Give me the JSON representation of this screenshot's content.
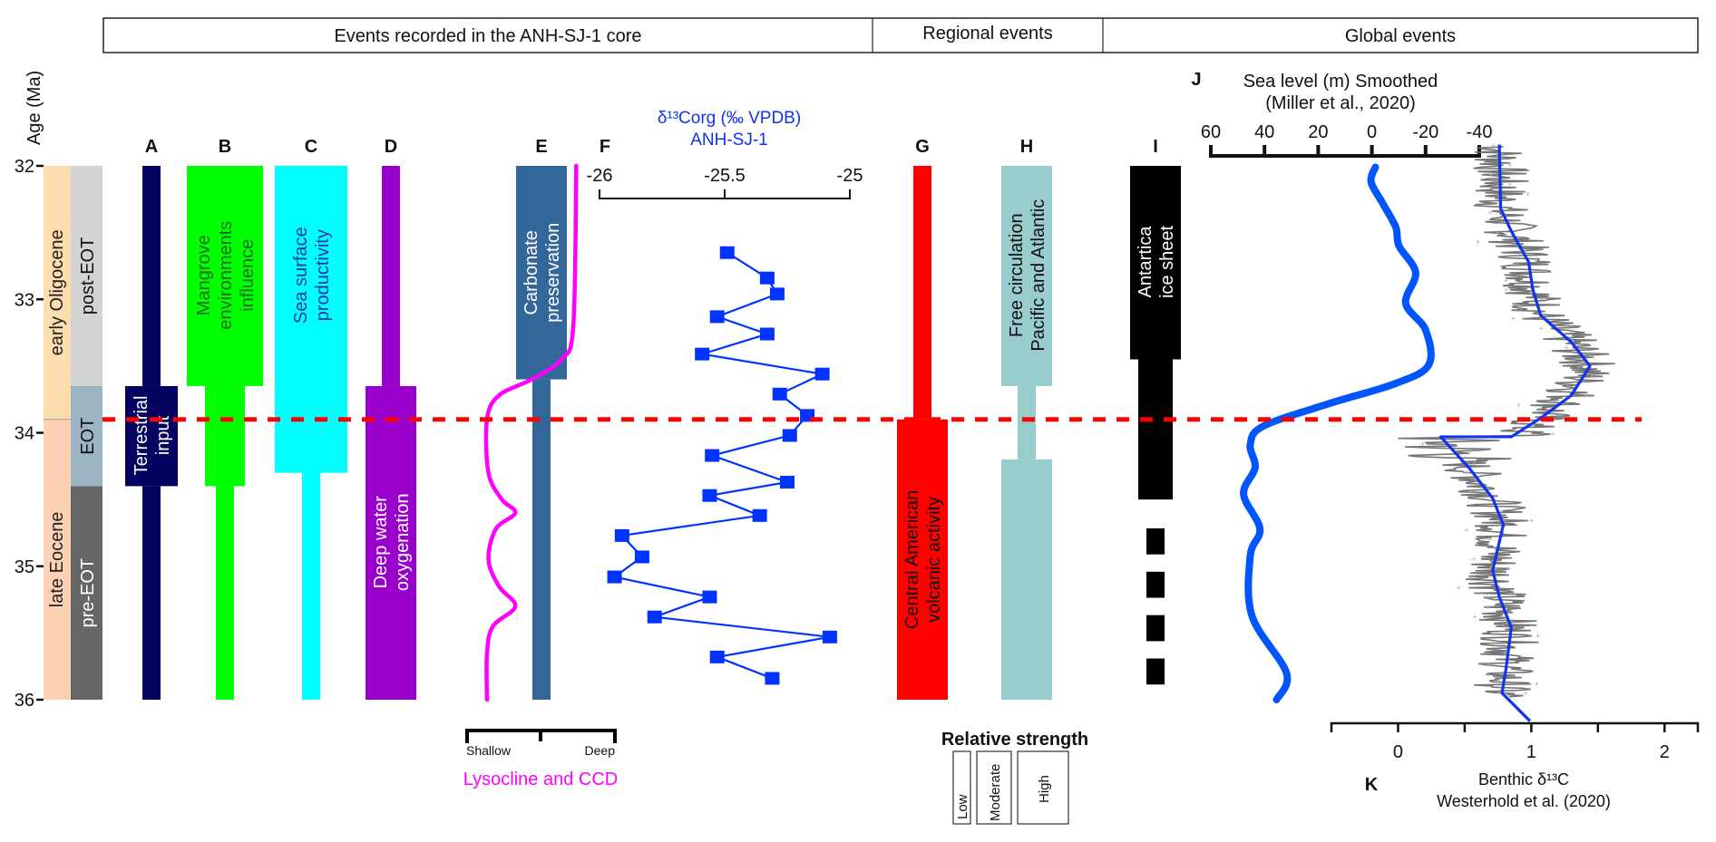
{
  "header": {
    "core": "Events recorded in the ANH-SJ-1 core",
    "regional": "Regional events",
    "global": "Global events"
  },
  "age_axis": {
    "label": "Age (Ma)",
    "ticks": [
      32,
      33,
      34,
      35,
      36
    ],
    "range": [
      32,
      36
    ],
    "eot_line_age": 33.9
  },
  "epochs": [
    {
      "label": "early Oligocene",
      "from": 32,
      "to": 33.9,
      "color": "#FDDCAE"
    },
    {
      "label": "late Eocene",
      "from": 33.9,
      "to": 36,
      "color": "#FDD2B4"
    }
  ],
  "stages": [
    {
      "label": "post-EOT",
      "from": 32,
      "to": 33.65,
      "color": "#D1D3D4",
      "text_color": "#111111"
    },
    {
      "label": "EOT",
      "from": 33.65,
      "to": 34.4,
      "color": "#9BB5C4",
      "text_color": "#111111"
    },
    {
      "label": "pre-EOT",
      "from": 34.4,
      "to": 36,
      "color": "#666666",
      "text_color": "#ffffff"
    }
  ],
  "strength_legend": {
    "title": "Relative strength",
    "levels": [
      "Low",
      "Moderate",
      "High"
    ]
  },
  "columns": [
    {
      "letter": "A",
      "label_lines": [
        "Terrestrial",
        "input"
      ],
      "color": "#03035F",
      "text_color": "#ffffff",
      "segments": [
        {
          "from": 32,
          "to": 33.65,
          "strength": "Low"
        },
        {
          "from": 33.65,
          "to": 34.4,
          "strength": "High"
        },
        {
          "from": 34.4,
          "to": 36,
          "strength": "Low"
        }
      ]
    },
    {
      "letter": "B",
      "label_lines": [
        "Mangrove",
        "environments",
        "influence"
      ],
      "color": "#00FF00",
      "text_color": "#1a6b1a",
      "segments": [
        {
          "from": 32,
          "to": 33.65,
          "strength": "High"
        },
        {
          "from": 33.65,
          "to": 34.4,
          "strength": "Moderate"
        },
        {
          "from": 34.4,
          "to": 36,
          "strength": "Low"
        }
      ]
    },
    {
      "letter": "C",
      "label_lines": [
        "Sea surface",
        "productivity"
      ],
      "color": "#00FFFF",
      "text_color": "#2233aa",
      "segments": [
        {
          "from": 32,
          "to": 34.3,
          "strength": "High"
        },
        {
          "from": 34.3,
          "to": 36,
          "strength": "Low"
        }
      ]
    },
    {
      "letter": "D",
      "label_lines": [
        "Deep water",
        "oxygenation"
      ],
      "color": "#9900CC",
      "text_color": "#ffffff",
      "segments": [
        {
          "from": 32,
          "to": 33.65,
          "strength": "Low"
        },
        {
          "from": 33.65,
          "to": 36,
          "strength": "High"
        }
      ]
    },
    {
      "letter": "E",
      "label_lines": [
        "Carbonate",
        "preservation"
      ],
      "color": "#336699",
      "text_color": "#ffffff",
      "segments": [
        {
          "from": 32,
          "to": 33.6,
          "strength": "High"
        },
        {
          "from": 33.6,
          "to": 36,
          "strength": "Low"
        }
      ]
    },
    {
      "letter": "G",
      "label_lines": [
        "Central American",
        "volcanic activity"
      ],
      "color": "#FF0000",
      "text_color": "#111111",
      "segments": [
        {
          "from": 32,
          "to": 33.9,
          "strength": "Low"
        },
        {
          "from": 33.9,
          "to": 36,
          "strength": "High"
        }
      ]
    },
    {
      "letter": "H",
      "label_lines": [
        "Free circulation",
        "Pacific and Atlantic"
      ],
      "color": "#99CCCC",
      "text_color": "#111111",
      "segments": [
        {
          "from": 32,
          "to": 33.65,
          "strength": "High"
        },
        {
          "from": 33.65,
          "to": 34.2,
          "strength": "Low"
        },
        {
          "from": 34.2,
          "to": 36,
          "strength": "High"
        }
      ]
    },
    {
      "letter": "I",
      "label_lines": [
        "Antartica",
        "ice sheet"
      ],
      "color": "#000000",
      "text_color": "#ffffff",
      "segments": [
        {
          "from": 32,
          "to": 33.45,
          "strength": "High"
        },
        {
          "from": 33.45,
          "to": 34.5,
          "strength": "Moderate"
        }
      ],
      "dashed_from": 34.7,
      "dashed_to": 36,
      "dashed_strength": "Low"
    }
  ],
  "lysocline": {
    "title": "Lysocline and CCD",
    "scale_labels": [
      "Shallow",
      "Deep"
    ],
    "color": "#FF00FF",
    "note": "depth index 0 = shallow, 1 = deep",
    "points": [
      {
        "age": 32.0,
        "depth": 0.74
      },
      {
        "age": 33.2,
        "depth": 0.72
      },
      {
        "age": 33.45,
        "depth": 0.64
      },
      {
        "age": 33.6,
        "depth": 0.44
      },
      {
        "age": 33.72,
        "depth": 0.22
      },
      {
        "age": 33.9,
        "depth": 0.14
      },
      {
        "age": 34.3,
        "depth": 0.15
      },
      {
        "age": 34.5,
        "depth": 0.24
      },
      {
        "age": 34.6,
        "depth": 0.33
      },
      {
        "age": 34.72,
        "depth": 0.2
      },
      {
        "age": 34.95,
        "depth": 0.15
      },
      {
        "age": 35.15,
        "depth": 0.22
      },
      {
        "age": 35.3,
        "depth": 0.33
      },
      {
        "age": 35.45,
        "depth": 0.18
      },
      {
        "age": 35.65,
        "depth": 0.14
      },
      {
        "age": 36.0,
        "depth": 0.14
      }
    ]
  },
  "chart_data": [
    {
      "type": "line",
      "id": "F",
      "letter": "F",
      "title": "δ¹³Corg (‰ VPDB)",
      "subtitle": "ANH-SJ-1",
      "xlabel": "δ¹³Corg (‰ VPDB)",
      "ylabel": "Age (Ma)",
      "xlim": [
        -26,
        -25
      ],
      "xticks": [
        "-26",
        "-25.5",
        "-25"
      ],
      "ylim": [
        32,
        36
      ],
      "color": "#0033FF",
      "marker": "square",
      "points": [
        {
          "age": 32.65,
          "value": -25.49
        },
        {
          "age": 32.84,
          "value": -25.33
        },
        {
          "age": 32.96,
          "value": -25.29
        },
        {
          "age": 33.13,
          "value": -25.53
        },
        {
          "age": 33.26,
          "value": -25.33
        },
        {
          "age": 33.41,
          "value": -25.59
        },
        {
          "age": 33.56,
          "value": -25.11
        },
        {
          "age": 33.71,
          "value": -25.28
        },
        {
          "age": 33.87,
          "value": -25.17
        },
        {
          "age": 34.02,
          "value": -25.24
        },
        {
          "age": 34.17,
          "value": -25.55
        },
        {
          "age": 34.37,
          "value": -25.25
        },
        {
          "age": 34.47,
          "value": -25.56
        },
        {
          "age": 34.62,
          "value": -25.36
        },
        {
          "age": 34.77,
          "value": -25.91
        },
        {
          "age": 34.93,
          "value": -25.83
        },
        {
          "age": 35.08,
          "value": -25.94
        },
        {
          "age": 35.23,
          "value": -25.56
        },
        {
          "age": 35.38,
          "value": -25.78
        },
        {
          "age": 35.53,
          "value": -25.08
        },
        {
          "age": 35.68,
          "value": -25.53
        },
        {
          "age": 35.84,
          "value": -25.31
        }
      ]
    },
    {
      "type": "line",
      "id": "J",
      "letter": "J",
      "title": "Sea level (m) Smoothed",
      "subtitle": "(Miller et al., 2020)",
      "xlabel": "Sea level (m)",
      "xlim": [
        60,
        -40
      ],
      "xticks": [
        "60",
        "40",
        "20",
        "0",
        "-20",
        "-40"
      ],
      "ylim": [
        32,
        36
      ],
      "color": "#0055FF",
      "points": [
        {
          "age": 32.01,
          "value": -1.3
        },
        {
          "age": 32.12,
          "value": 0.3
        },
        {
          "age": 32.28,
          "value": -4.0
        },
        {
          "age": 32.46,
          "value": -8.9
        },
        {
          "age": 32.6,
          "value": -10.1
        },
        {
          "age": 32.8,
          "value": -16.3
        },
        {
          "age": 33.03,
          "value": -12.6
        },
        {
          "age": 33.23,
          "value": -20.0
        },
        {
          "age": 33.49,
          "value": -21.2
        },
        {
          "age": 33.63,
          "value": -8.9
        },
        {
          "age": 33.78,
          "value": 15.7
        },
        {
          "age": 33.95,
          "value": 40.4
        },
        {
          "age": 34.09,
          "value": 45.3
        },
        {
          "age": 34.26,
          "value": 43.5
        },
        {
          "age": 34.46,
          "value": 47.8
        },
        {
          "age": 34.72,
          "value": 41.7
        },
        {
          "age": 34.92,
          "value": 45.3
        },
        {
          "age": 35.37,
          "value": 44.7
        },
        {
          "age": 35.8,
          "value": 31.8
        },
        {
          "age": 36.0,
          "value": 35.5
        }
      ]
    },
    {
      "type": "line",
      "id": "K",
      "letter": "K",
      "title": "Benthic δ¹³C",
      "subtitle": "Westerhold et al. (2020)",
      "xlabel": "Benthic δ¹³C",
      "xlim": [
        -0.5,
        2.25
      ],
      "xticks": [
        "0",
        "1",
        "2"
      ],
      "ylim": [
        32,
        36
      ],
      "series": [
        {
          "name": "smoothed",
          "color": "#1133EE",
          "points": [
            {
              "age": 31.84,
              "value": 0.76
            },
            {
              "age": 32.32,
              "value": 0.77
            },
            {
              "age": 32.49,
              "value": 0.85
            },
            {
              "age": 32.72,
              "value": 0.98
            },
            {
              "age": 32.92,
              "value": 1.01
            },
            {
              "age": 33.12,
              "value": 1.07
            },
            {
              "age": 33.32,
              "value": 1.3
            },
            {
              "age": 33.5,
              "value": 1.44
            },
            {
              "age": 33.72,
              "value": 1.3
            },
            {
              "age": 33.89,
              "value": 1.07
            },
            {
              "age": 34.03,
              "value": 0.85
            },
            {
              "age": 34.03,
              "value": 0.32
            },
            {
              "age": 34.26,
              "value": 0.53
            },
            {
              "age": 34.49,
              "value": 0.71
            },
            {
              "age": 34.69,
              "value": 0.79
            },
            {
              "age": 35.03,
              "value": 0.71
            },
            {
              "age": 35.23,
              "value": 0.76
            },
            {
              "age": 35.46,
              "value": 0.85
            },
            {
              "age": 35.77,
              "value": 0.81
            },
            {
              "age": 35.95,
              "value": 0.78
            },
            {
              "age": 36.16,
              "value": 0.99
            }
          ]
        },
        {
          "name": "raw",
          "color": "#666666",
          "note": "high-frequency record, approx. ±0.25 around smoothed curve"
        }
      ]
    }
  ]
}
